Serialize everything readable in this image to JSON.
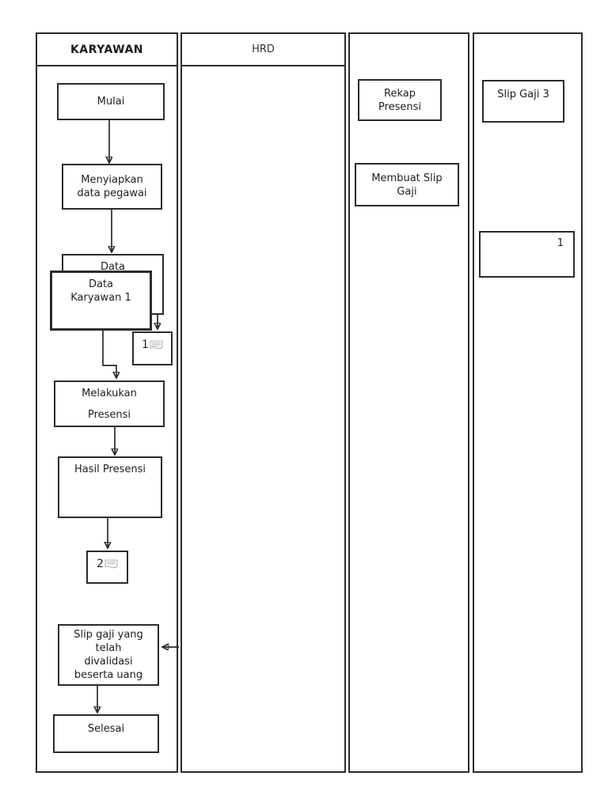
{
  "colors": {
    "line": "#2b2b2b",
    "background": "#ffffff",
    "box_background": "#ffffff",
    "text": "#1e1e1e"
  },
  "lanes": [
    {
      "header": "KARYAWAN"
    },
    {
      "header": "HRD"
    },
    {
      "header": ""
    },
    {
      "header": ""
    }
  ],
  "nodes": {
    "mulai": "Mulai",
    "menyiapkan": "Menyiapkan\ndata pegawai",
    "data_back": "Data",
    "data_front": "Data\nKaryawan 1",
    "connector1_num": "1",
    "melakukan": "Melakukan\nPresensi",
    "hasil": "Hasil Presensi",
    "connector2_num": "2",
    "slip_validasi": "Slip gaji yang\ntelah\ndivalidasi\nbeserta uang",
    "selesai": "Selesai",
    "rekap": "Rekap\nPresensi",
    "membuat": "Membuat Slip\nGaji",
    "slip_gaji_3": "Slip Gaji 3",
    "doc1_num": "1"
  }
}
